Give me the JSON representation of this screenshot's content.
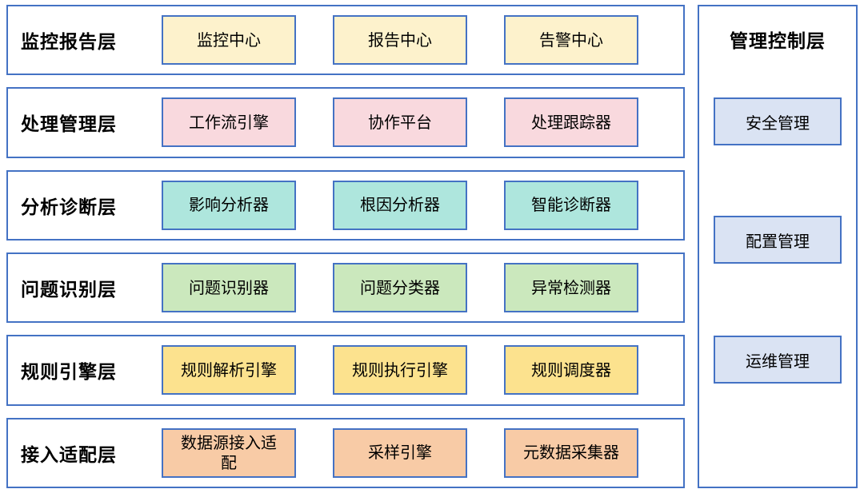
{
  "layers": [
    {
      "label": "监控报告层",
      "color": "#fdf2cc",
      "items": [
        "监控中心",
        "报告中心",
        "告警中心"
      ]
    },
    {
      "label": "处理管理层",
      "color": "#f9d9de",
      "items": [
        "工作流引擎",
        "协作平台",
        "处理跟踪器"
      ]
    },
    {
      "label": "分析诊断层",
      "color": "#aee6dd",
      "items": [
        "影响分析器",
        "根因分析器",
        "智能诊断器"
      ]
    },
    {
      "label": "问题识别层",
      "color": "#cbe8bd",
      "items": [
        "问题识别器",
        "问题分类器",
        "异常检测器"
      ]
    },
    {
      "label": "规则引擎层",
      "color": "#fce28e",
      "items": [
        "规则解析引擎",
        "规则执行引擎",
        "规则调度器"
      ]
    },
    {
      "label": "接入适配层",
      "color": "#f8cba6",
      "items": [
        "数据源接入适配",
        "采样引擎",
        "元数据采集器"
      ]
    }
  ],
  "control_panel": {
    "title": "管理控制层",
    "item_color": "#dae3f3",
    "items": [
      "安全管理",
      "配置管理",
      "运维管理"
    ]
  },
  "colors": {
    "border": "#4472c4",
    "background": "#ffffff",
    "text": "#000000"
  }
}
